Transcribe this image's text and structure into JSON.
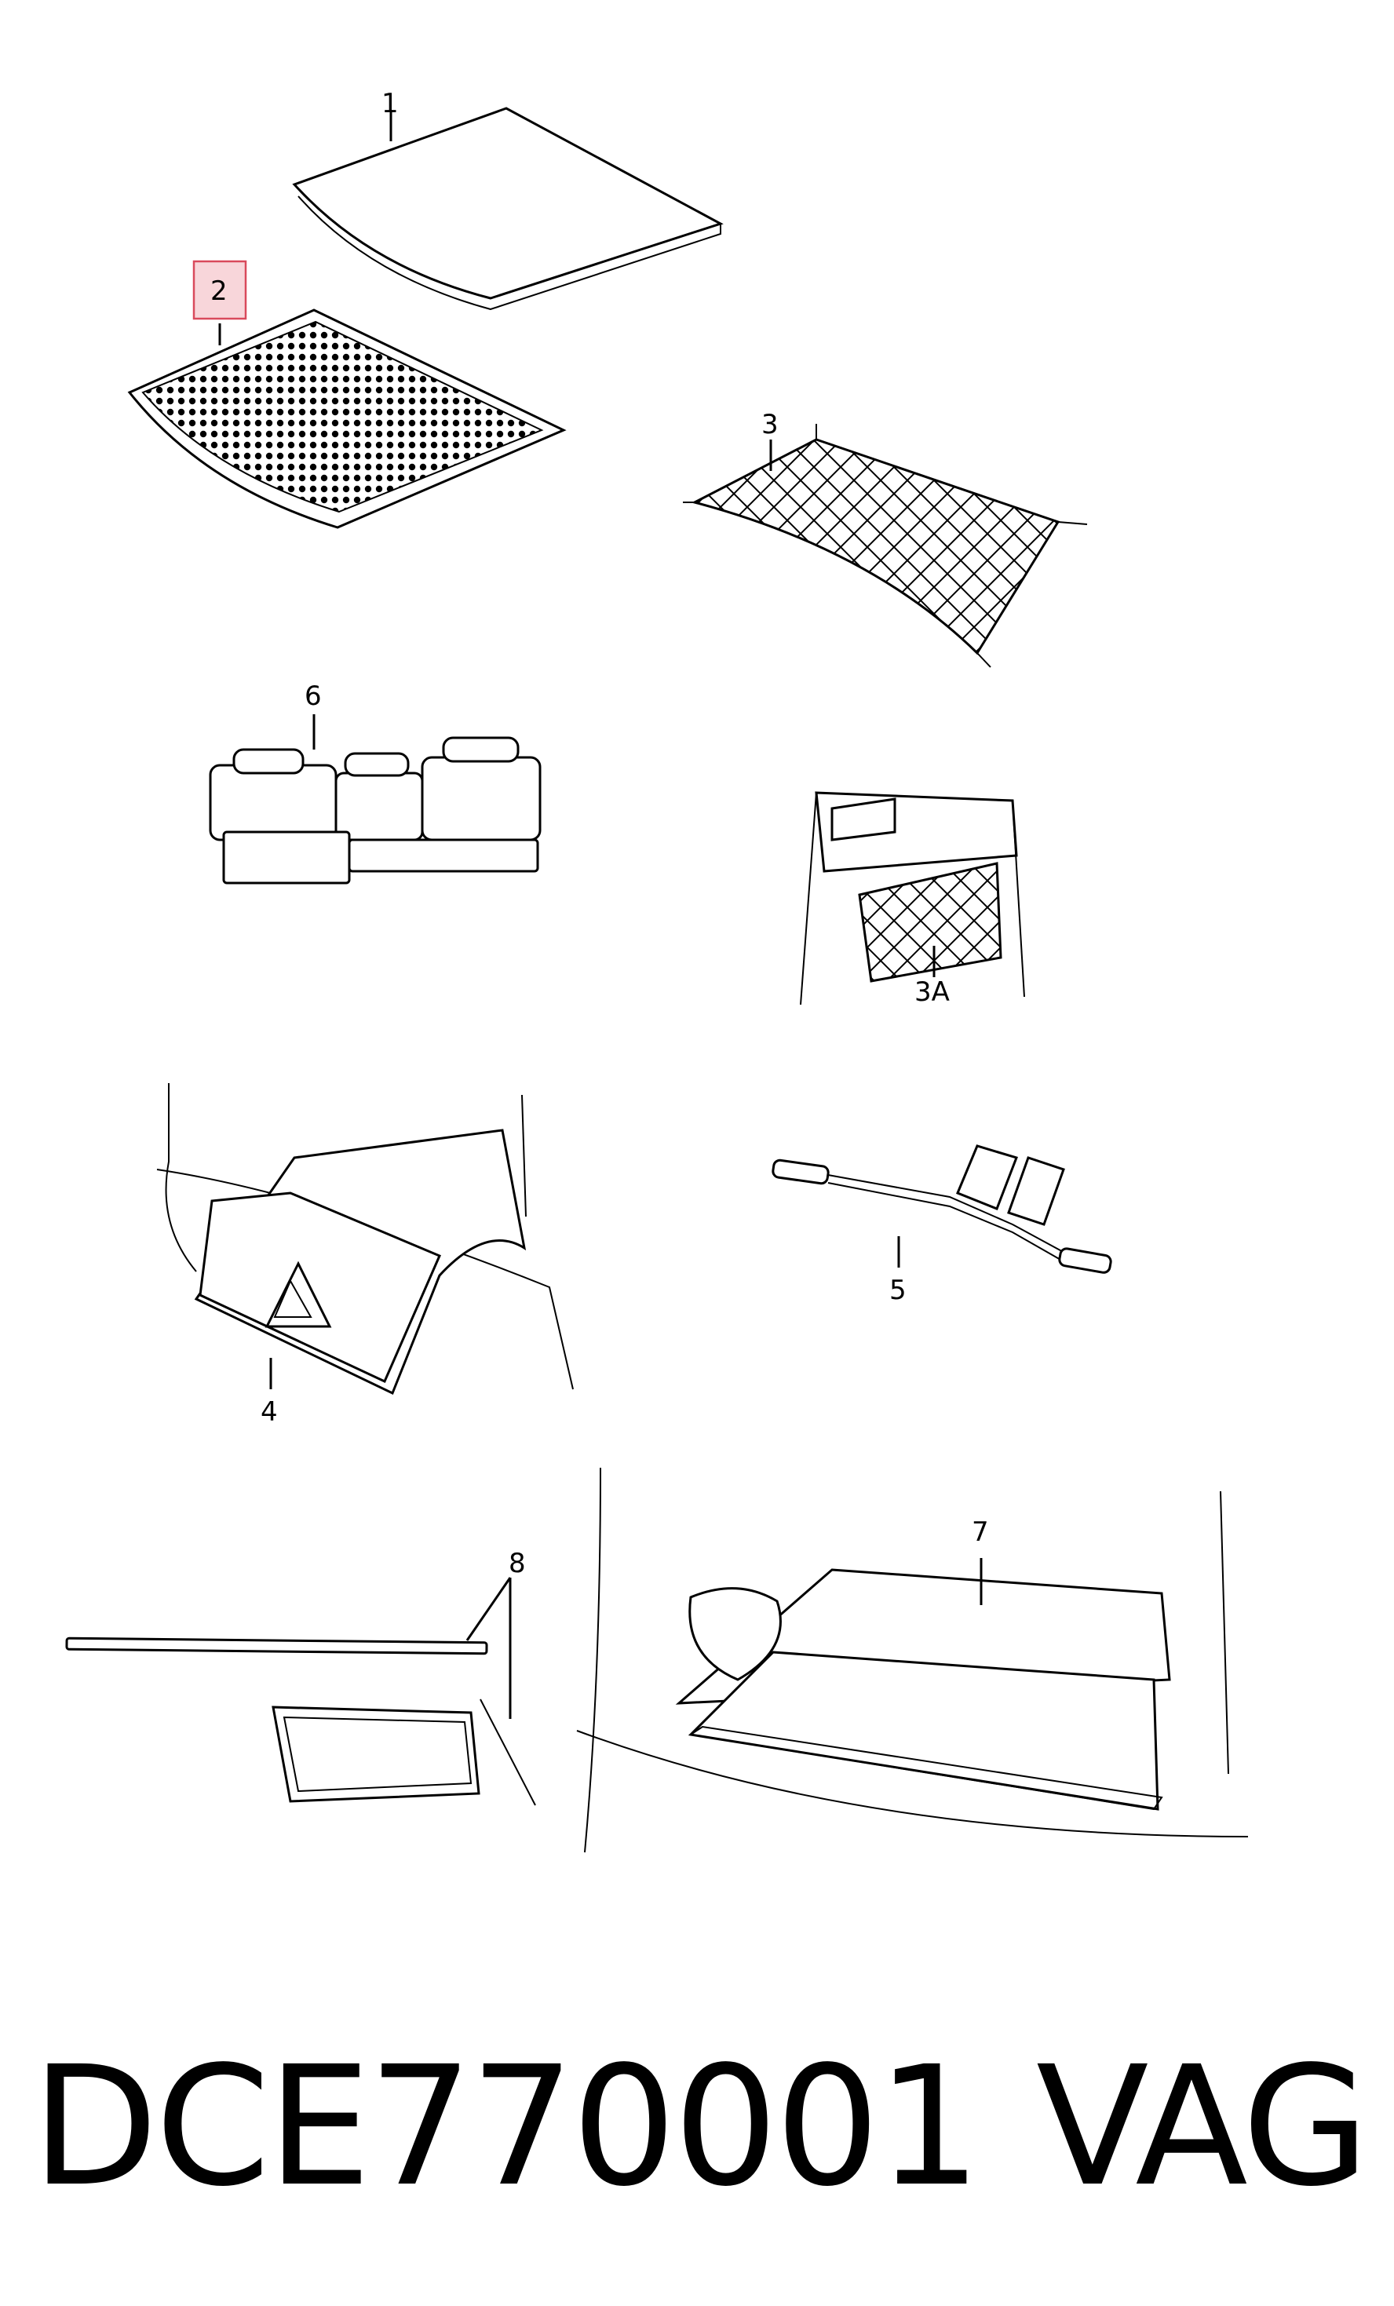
{
  "callouts": {
    "c1": "1",
    "c2": "2",
    "c3": "3",
    "c3a": "3A",
    "c4": "4",
    "c5": "5",
    "c6": "6",
    "c7": "7",
    "c8": "8"
  },
  "highlight_color": "#d94a5c",
  "footer": {
    "part_number": "DCE770001",
    "brand": "VAG"
  }
}
